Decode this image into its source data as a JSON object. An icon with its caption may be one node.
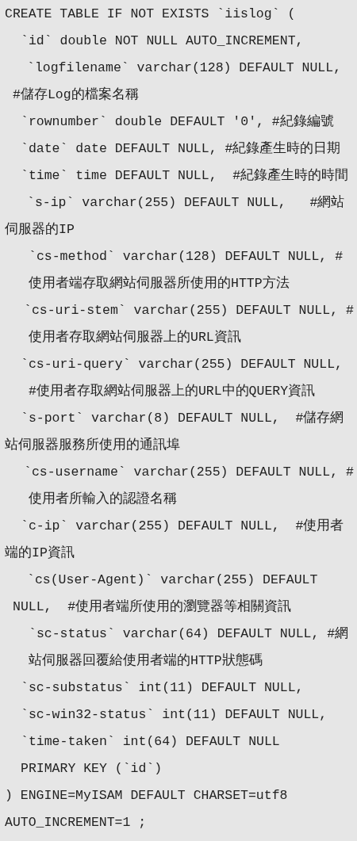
{
  "diagram": {
    "labels": [
      "CREATE TABLE IF NOT EXISTS `iislog` (",
      "`id` double NOT NULL AUTO_INCREMENT,",
      "`logfilename` varchar(128) DEFAULT NULL, #儲存Log的檔案名稱",
      "`rownumber` double DEFAULT '0', #紀錄編號",
      "`date` date DEFAULT NULL, #紀錄產生時的日期",
      "`time` time DEFAULT NULL,  #紀錄產生時的時間",
      "`s-ip` varchar(255) DEFAULT NULL,   #網站伺服器的IP",
      "`cs-method` varchar(128) DEFAULT NULL, #使用者端存取網站伺服器所使用的HTTP方法",
      "`cs-uri-stem` varchar(255) DEFAULT NULL, #使用者存取網站伺服器上的URL資訊",
      "`cs-uri-query` varchar(255) DEFAULT NULL, #使用者存取網站伺服器上的URL中的QUERY資訊",
      "`s-port` varchar(8) DEFAULT NULL,  #儲存網站伺服器服務所使用的通訊埠",
      "`cs-username` varchar(255) DEFAULT NULL, #使用者所輸入的認證名稱",
      "`c-ip` varchar(255) DEFAULT NULL,  #使用者端的IP資訊",
      "`cs(User-Agent)` varchar(255) DEFAULT NULL,  #使用者端所使用的瀏覽器等相關資訊",
      "`sc-status` varchar(64) DEFAULT NULL, #網站伺服器回覆給使用者端的HTTP狀態碼",
      "`sc-substatus` int(11) DEFAULT NULL,",
      "`sc-win32-status` int(11) DEFAULT NULL,",
      "`time-taken` int(64) DEFAULT NULL",
      "PRIMARY KEY (`id`)",
      ") ENGINE=MyISAM DEFAULT CHARSET=utf8 AUTO_INCREMENT=1 ;"
    ]
  }
}
